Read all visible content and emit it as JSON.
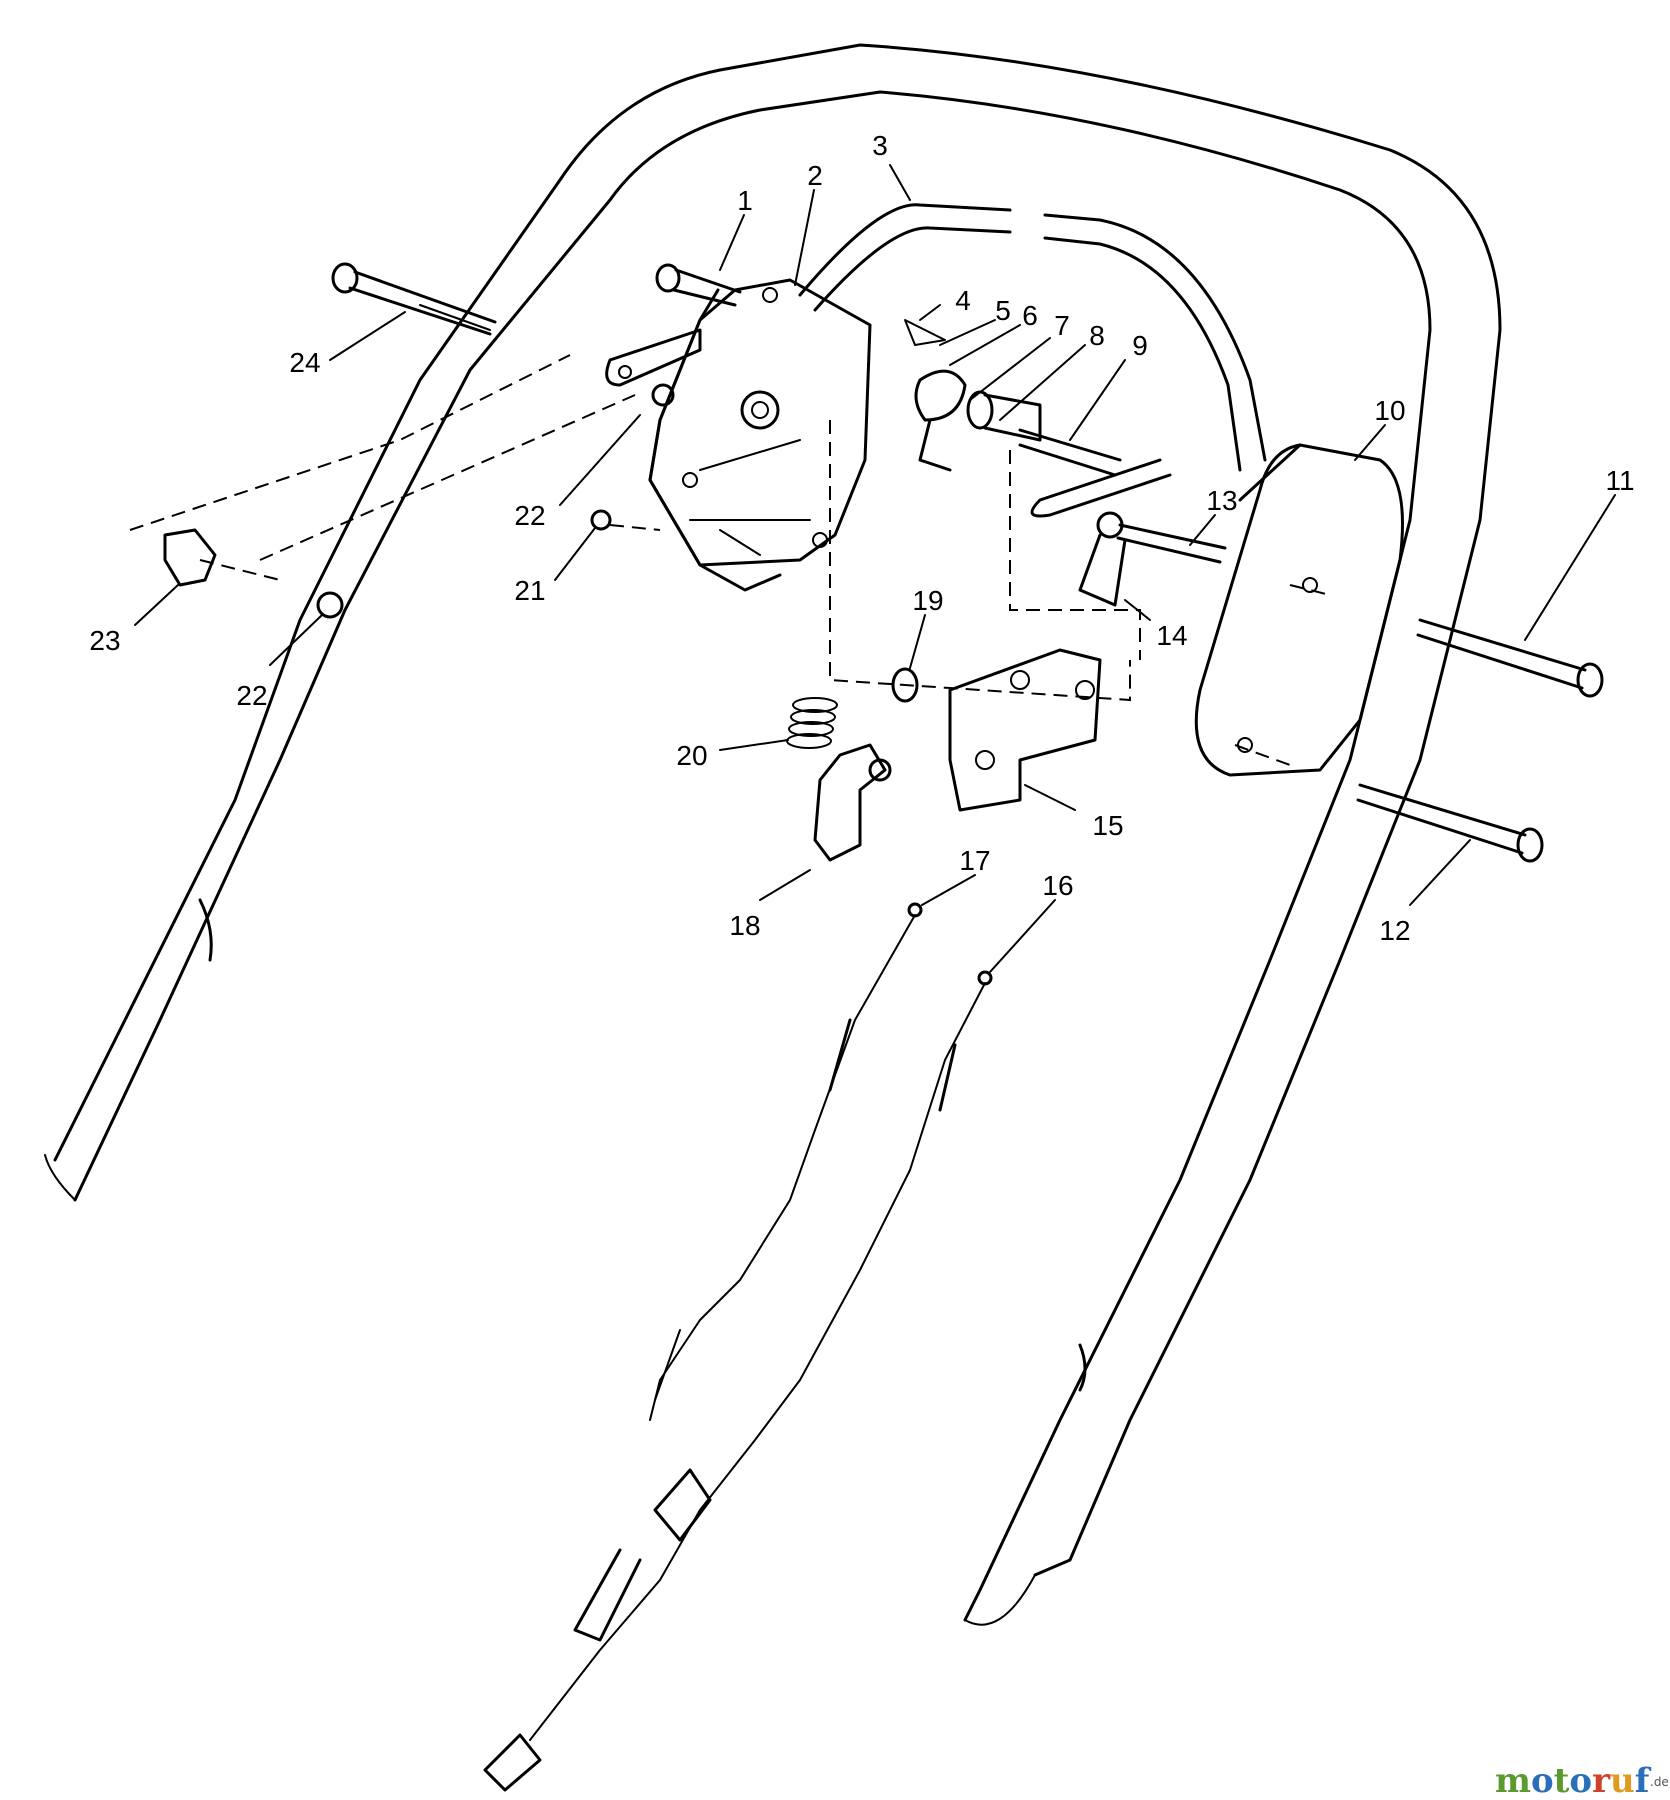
{
  "labels": [
    "1",
    "2",
    "3",
    "4",
    "5",
    "6",
    "7",
    "8",
    "9",
    "10",
    "11",
    "12",
    "13",
    "14",
    "15",
    "16",
    "17",
    "18",
    "19",
    "20",
    "21",
    "22",
    "22",
    "23",
    "24"
  ],
  "watermark": {
    "main": "motoruf",
    "suffix": ".de"
  }
}
